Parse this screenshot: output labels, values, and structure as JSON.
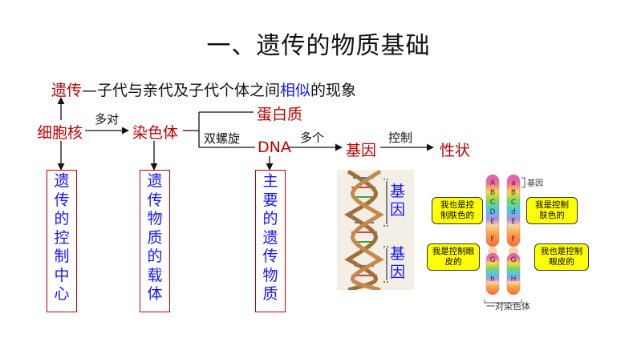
{
  "title": "一、遗传的物质基础",
  "heredity": {
    "term": "遗传",
    "pre": "—子代与亲代及子代个体之间",
    "highlight": "相似",
    "post": "的现象"
  },
  "nodes": {
    "nucleus": "细胞核",
    "chromosome": "染色体",
    "protein": "蛋白质",
    "dna": "DNA",
    "gene": "基因",
    "trait": "性状"
  },
  "edges": {
    "pairs": "多对",
    "double_helix": "双螺旋",
    "many": "多个",
    "control": "控制"
  },
  "boxes": {
    "nucleus_desc": [
      "遗",
      "传",
      "的",
      "控",
      "制",
      "中",
      "心"
    ],
    "chromosome_desc": [
      "遗",
      "传",
      "物",
      "质",
      "的",
      "载",
      "体"
    ],
    "dna_desc": [
      "主",
      "要",
      "的",
      "遗",
      "传",
      "物",
      "质"
    ]
  },
  "dna_figure": {
    "gene_label_1": [
      "基",
      "因"
    ],
    "gene_label_2": [
      "基",
      "因"
    ]
  },
  "chromosome_figure": {
    "gene_label": "基因",
    "pair_caption": "一对染色体",
    "left_letters": [
      "A",
      "B",
      "C",
      "D",
      "E",
      "F",
      "G",
      "h"
    ],
    "right_letters": [
      "a",
      "B",
      "C",
      "d",
      "E",
      "F",
      "G",
      "H"
    ],
    "bubble_left_top": "我也是控制肤色的",
    "bubble_right_top": "我是控制肤色的",
    "bubble_left_bottom": "我是控制眼皮的",
    "bubble_right_bottom": "我也是控制眼皮的"
  },
  "colors": {
    "red": "#c00000",
    "blue": "#1515ff",
    "bubble": "#ffff00"
  }
}
